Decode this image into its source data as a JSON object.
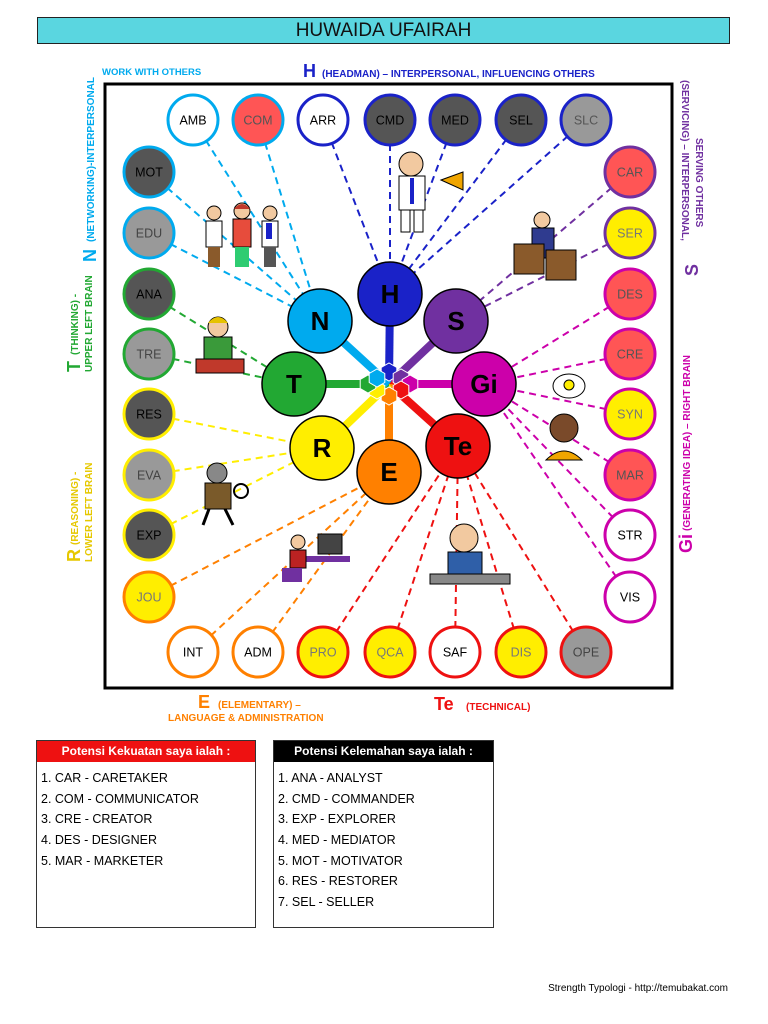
{
  "title": "HUWAIDA UFAIRAH",
  "hub_labels": {
    "H": "H",
    "S": "S",
    "Gi": "Gi",
    "Te": "Te",
    "E": "E",
    "R": "R",
    "T": "T",
    "N": "N"
  },
  "hub_colors": {
    "H": "#1a22c8",
    "S": "#7030a0",
    "Gi": "#cc00aa",
    "Te": "#ee1111",
    "E": "#ff8000",
    "R": "#ffee00",
    "T": "#22a833",
    "N": "#00aaee"
  },
  "center_hex_colors": [
    "#1a22c8",
    "#7030a0",
    "#cc00aa",
    "#ee1111",
    "#ff8000",
    "#ffee00",
    "#22a833",
    "#00aaee"
  ],
  "nodes": {
    "AMB": {
      "label": "AMB",
      "fill": "#ffffff",
      "stroke": "#00aaee",
      "text": "#000"
    },
    "COM": {
      "label": "COM",
      "fill": "#ff5555",
      "stroke": "#00aaee",
      "text": "#555"
    },
    "MOT": {
      "label": "MOT",
      "fill": "#555555",
      "stroke": "#00aaee",
      "text": "#000"
    },
    "EDU": {
      "label": "EDU",
      "fill": "#999999",
      "stroke": "#00aaee",
      "text": "#444"
    },
    "ANA": {
      "label": "ANA",
      "fill": "#555555",
      "stroke": "#22a833",
      "text": "#000"
    },
    "TRE": {
      "label": "TRE",
      "fill": "#999999",
      "stroke": "#22a833",
      "text": "#444"
    },
    "RES": {
      "label": "RES",
      "fill": "#555555",
      "stroke": "#ffee00",
      "text": "#000"
    },
    "EVA": {
      "label": "EVA",
      "fill": "#999999",
      "stroke": "#ffee00",
      "text": "#444"
    },
    "EXP": {
      "label": "EXP",
      "fill": "#555555",
      "stroke": "#ffee00",
      "text": "#000"
    },
    "JOU": {
      "label": "JOU",
      "fill": "#ffee00",
      "stroke": "#ff8000",
      "text": "#777"
    },
    "ARR": {
      "label": "ARR",
      "fill": "#ffffff",
      "stroke": "#1a22c8",
      "text": "#000"
    },
    "CMD": {
      "label": "CMD",
      "fill": "#555555",
      "stroke": "#1a22c8",
      "text": "#000"
    },
    "MED": {
      "label": "MED",
      "fill": "#555555",
      "stroke": "#1a22c8",
      "text": "#000"
    },
    "SEL": {
      "label": "SEL",
      "fill": "#555555",
      "stroke": "#1a22c8",
      "text": "#000"
    },
    "SLC": {
      "label": "SLC",
      "fill": "#999999",
      "stroke": "#1a22c8",
      "text": "#555"
    },
    "CAR": {
      "label": "CAR",
      "fill": "#ff5555",
      "stroke": "#7030a0",
      "text": "#555"
    },
    "SER": {
      "label": "SER",
      "fill": "#ffee00",
      "stroke": "#7030a0",
      "text": "#777"
    },
    "DES": {
      "label": "DES",
      "fill": "#ff5555",
      "stroke": "#cc00aa",
      "text": "#555"
    },
    "CRE": {
      "label": "CRE",
      "fill": "#ff5555",
      "stroke": "#cc00aa",
      "text": "#555"
    },
    "SYN": {
      "label": "SYN",
      "fill": "#ffee00",
      "stroke": "#cc00aa",
      "text": "#777"
    },
    "MAR": {
      "label": "MAR",
      "fill": "#ff5555",
      "stroke": "#cc00aa",
      "text": "#555"
    },
    "STR": {
      "label": "STR",
      "fill": "#ffffff",
      "stroke": "#cc00aa",
      "text": "#000"
    },
    "VIS": {
      "label": "VIS",
      "fill": "#ffffff",
      "stroke": "#cc00aa",
      "text": "#000"
    },
    "INT": {
      "label": "INT",
      "fill": "#ffffff",
      "stroke": "#ff8000",
      "text": "#000"
    },
    "ADM": {
      "label": "ADM",
      "fill": "#ffffff",
      "stroke": "#ff8000",
      "text": "#000"
    },
    "PRO": {
      "label": "PRO",
      "fill": "#ffee00",
      "stroke": "#ee1111",
      "text": "#777"
    },
    "QCA": {
      "label": "QCA",
      "fill": "#ffee00",
      "stroke": "#ee1111",
      "text": "#777"
    },
    "SAF": {
      "label": "SAF",
      "fill": "#ffffff",
      "stroke": "#ee1111",
      "text": "#000"
    },
    "DIS": {
      "label": "DIS",
      "fill": "#ffee00",
      "stroke": "#ee1111",
      "text": "#777"
    },
    "OPE": {
      "label": "OPE",
      "fill": "#999999",
      "stroke": "#ee1111",
      "text": "#444"
    }
  },
  "side_labels": {
    "work_with_others": "WORK WITH OTHERS",
    "h_letter": "H",
    "h_text": "(HEADMAN) – INTERPERSONAL, INFLUENCING OTHERS",
    "n_letter": "N",
    "n_text": "(NETWORKING)-INTERPERSONAL",
    "t_letter": "T",
    "t_text1": "(THINKING) -",
    "t_text2": "UPPER LEFT BRAIN",
    "r_letter": "R",
    "r_text1": "(REASONING) -",
    "r_text2": "LOWER LEFT BRAIN",
    "s_letter": "S",
    "s_text1": "(SERVICING) – INTERPERSONAL,",
    "s_text2": "SERVING OTHERS",
    "gi_letter": "Gi",
    "gi_text": "(GENERATING IDEA) – RIGHT BRAIN",
    "e_letter": "E",
    "e_text1": "(ELEMENTARY) –",
    "e_text2": "LANGUAGE & ADMINISTRATION",
    "te_letter": "Te",
    "te_text": "(TECHNICAL)"
  },
  "strengths": {
    "header": "Potensi Kekuatan saya ialah :",
    "header_color": "#ee1111",
    "items": [
      "1. CAR - CARETAKER",
      "2. COM - COMMUNICATOR",
      "3. CRE - CREATOR",
      "4. DES - DESIGNER",
      "5. MAR - MARKETER"
    ]
  },
  "weaknesses": {
    "header": "Potensi Kelemahan saya ialah :",
    "header_color": "#000000",
    "items": [
      "1. ANA - ANALYST",
      "2. CMD - COMMANDER",
      "3. EXP - EXPLORER",
      "4. MED - MEDIATOR",
      "5. MOT - MOTIVATOR",
      "6. RES - RESTORER",
      "7. SEL - SELLER"
    ]
  },
  "footer": "Strength Typologi - http://temubakat.com"
}
